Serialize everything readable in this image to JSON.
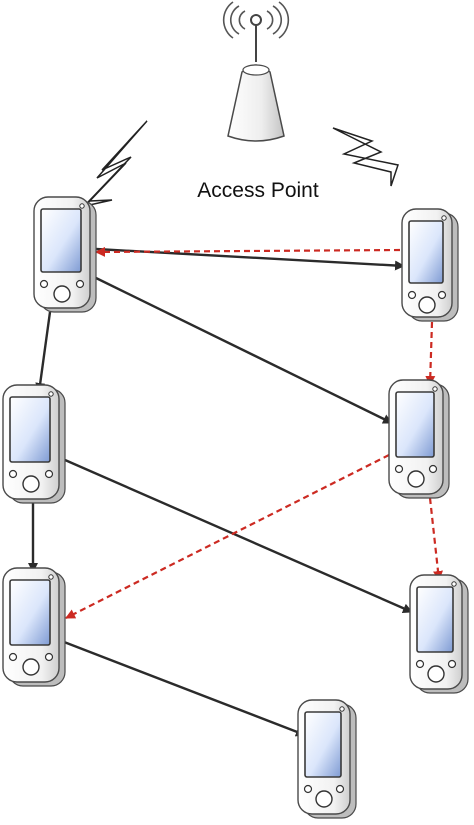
{
  "access_point": {
    "label": "Access Point"
  },
  "colors": {
    "solid_link": "#2b2b2b",
    "dashed_link": "#cc2a22",
    "device_body": "#f4f4f4",
    "device_outline": "#4a4a4a",
    "screen_inner": "#f2f6ff",
    "screen_outer": "#7f9bd3",
    "tower_body": "#f2f2f2"
  },
  "devices": [
    {
      "id": "d1",
      "name": "device-top-left"
    },
    {
      "id": "d2",
      "name": "device-top-right"
    },
    {
      "id": "d3",
      "name": "device-mid-left"
    },
    {
      "id": "d4",
      "name": "device-mid-right"
    },
    {
      "id": "d5",
      "name": "device-lower-left"
    },
    {
      "id": "d6",
      "name": "device-lower-right"
    },
    {
      "id": "d7",
      "name": "device-bottom"
    }
  ],
  "links": [
    {
      "from": "d1",
      "to": "d2",
      "style": "solid"
    },
    {
      "from": "d2",
      "to": "d1",
      "style": "dashed"
    },
    {
      "from": "d1",
      "to": "d3",
      "style": "solid"
    },
    {
      "from": "d1",
      "to": "d4",
      "style": "solid"
    },
    {
      "from": "d2",
      "to": "d4",
      "style": "dashed"
    },
    {
      "from": "d3",
      "to": "d5",
      "style": "solid"
    },
    {
      "from": "d3",
      "to": "d6",
      "style": "solid"
    },
    {
      "from": "d4",
      "to": "d5",
      "style": "dashed"
    },
    {
      "from": "d4",
      "to": "d6",
      "style": "dashed"
    },
    {
      "from": "d5",
      "to": "d7",
      "style": "solid"
    }
  ]
}
